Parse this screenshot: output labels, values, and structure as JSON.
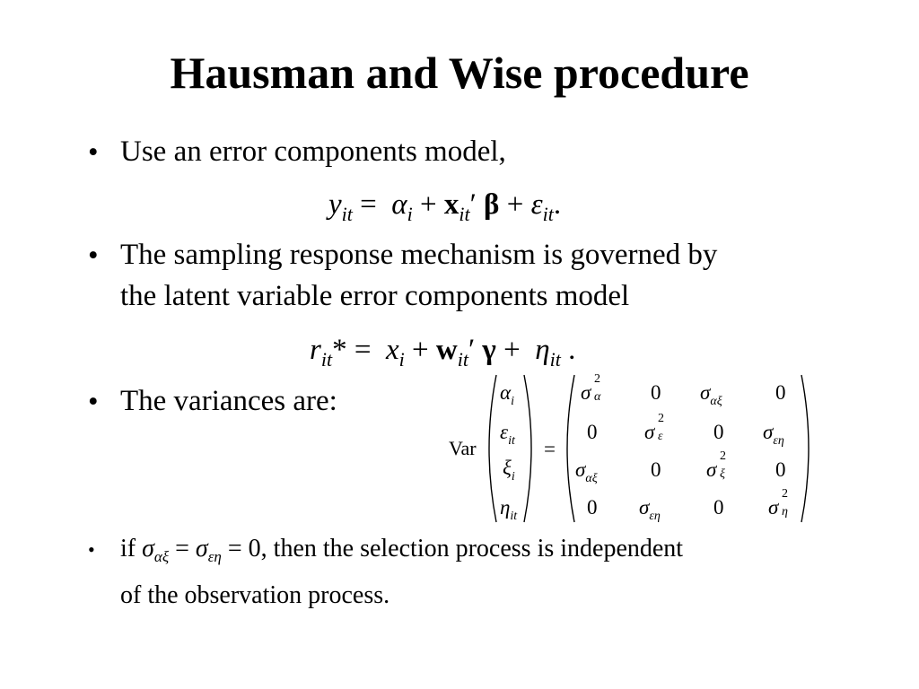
{
  "slide": {
    "title": "Hausman and Wise procedure",
    "bullet_symbol": "•",
    "bullets": [
      "Use an error components model,",
      "The sampling response mechanism is governed by",
      "the latent variable error components model",
      "The variances are:",
      "of the observation process."
    ],
    "eq1": {
      "y": "y",
      "it": "it",
      "eq": "=",
      "alpha": "α",
      "i": "i",
      "plus": "+",
      "x": "x",
      "prime": "′",
      "beta": "β",
      "eps": "ε",
      "period": "."
    },
    "eq2": {
      "r": "r",
      "it": "it",
      "star": "*",
      "eq": "=",
      "x": "x",
      "i": "i",
      "plus": "+",
      "w": "w",
      "prime": "′",
      "gamma": "γ",
      "eta": "η",
      "period": "."
    },
    "matrix": {
      "var_label": "Var",
      "eq": "=",
      "vector": [
        {
          "sym": "α",
          "sub": "i"
        },
        {
          "sym": "ε",
          "sub": "it"
        },
        {
          "sym": "ξ",
          "sub": "i"
        },
        {
          "sym": "η",
          "sub": "it"
        }
      ],
      "sigma": "σ",
      "zero": "0",
      "sup2": "2",
      "subs": {
        "alpha": "α",
        "eps": "ε",
        "xi": "ξ",
        "eta": "η",
        "axi": "αξ",
        "eeta": "εη"
      }
    },
    "last_bullet": {
      "if": "if",
      "sigma": "σ",
      "sub1": "αξ",
      "eq": "=",
      "sub2": "εη",
      "rest": "= 0, then the selection process is independent"
    }
  }
}
